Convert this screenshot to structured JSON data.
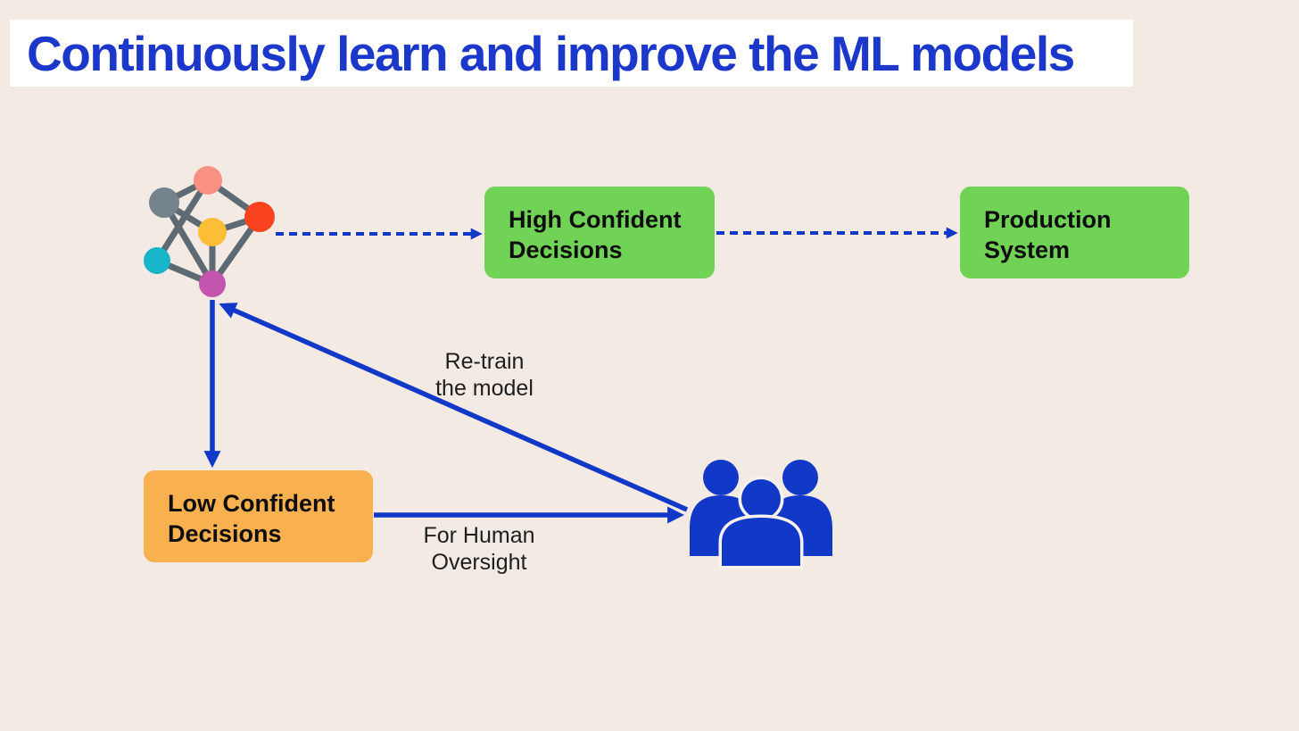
{
  "title": "Continuously learn and improve the ML models",
  "boxes": {
    "high_confident": {
      "label": "High Confident Decisions",
      "color": "#70d355"
    },
    "production": {
      "label": "Production System",
      "color": "#70d355"
    },
    "low_confident": {
      "label": "Low Confident Decisions",
      "color": "#f9b04e"
    }
  },
  "labels": {
    "retrain": "Re-train\nthe model",
    "oversight": "For Human\nOversight"
  },
  "icons": {
    "ml_model": "neural-network-icon",
    "human_oversight": "people-group-icon"
  },
  "flows": [
    {
      "from": "ml-model",
      "to": "high-confident-decisions",
      "style": "dashed-arrow"
    },
    {
      "from": "high-confident-decisions",
      "to": "production-system",
      "style": "dashed-arrow"
    },
    {
      "from": "ml-model",
      "to": "low-confident-decisions",
      "style": "solid-arrow"
    },
    {
      "from": "low-confident-decisions",
      "to": "human-oversight",
      "style": "solid-arrow",
      "label_key": "oversight"
    },
    {
      "from": "human-oversight",
      "to": "ml-model",
      "style": "solid-arrow",
      "label_key": "retrain"
    }
  ],
  "palette": {
    "background": "#f3eae3",
    "title_blue": "#1c38ca",
    "arrow_blue": "#1238c8",
    "people_blue": "#1238c8",
    "box_green": "#70d355",
    "box_orange": "#f9b04e",
    "box_text": "#0d0d0d",
    "label_text": "#1e1e1e",
    "edge_gray": "#5d6a73",
    "node_salmon": "#fa9183",
    "node_gray": "#74828c",
    "node_red": "#f8431e",
    "node_yellow": "#fcbe37",
    "node_cyan": "#16b5ca",
    "node_magenta": "#c355ae",
    "person_outline": "#f7f2ec"
  }
}
